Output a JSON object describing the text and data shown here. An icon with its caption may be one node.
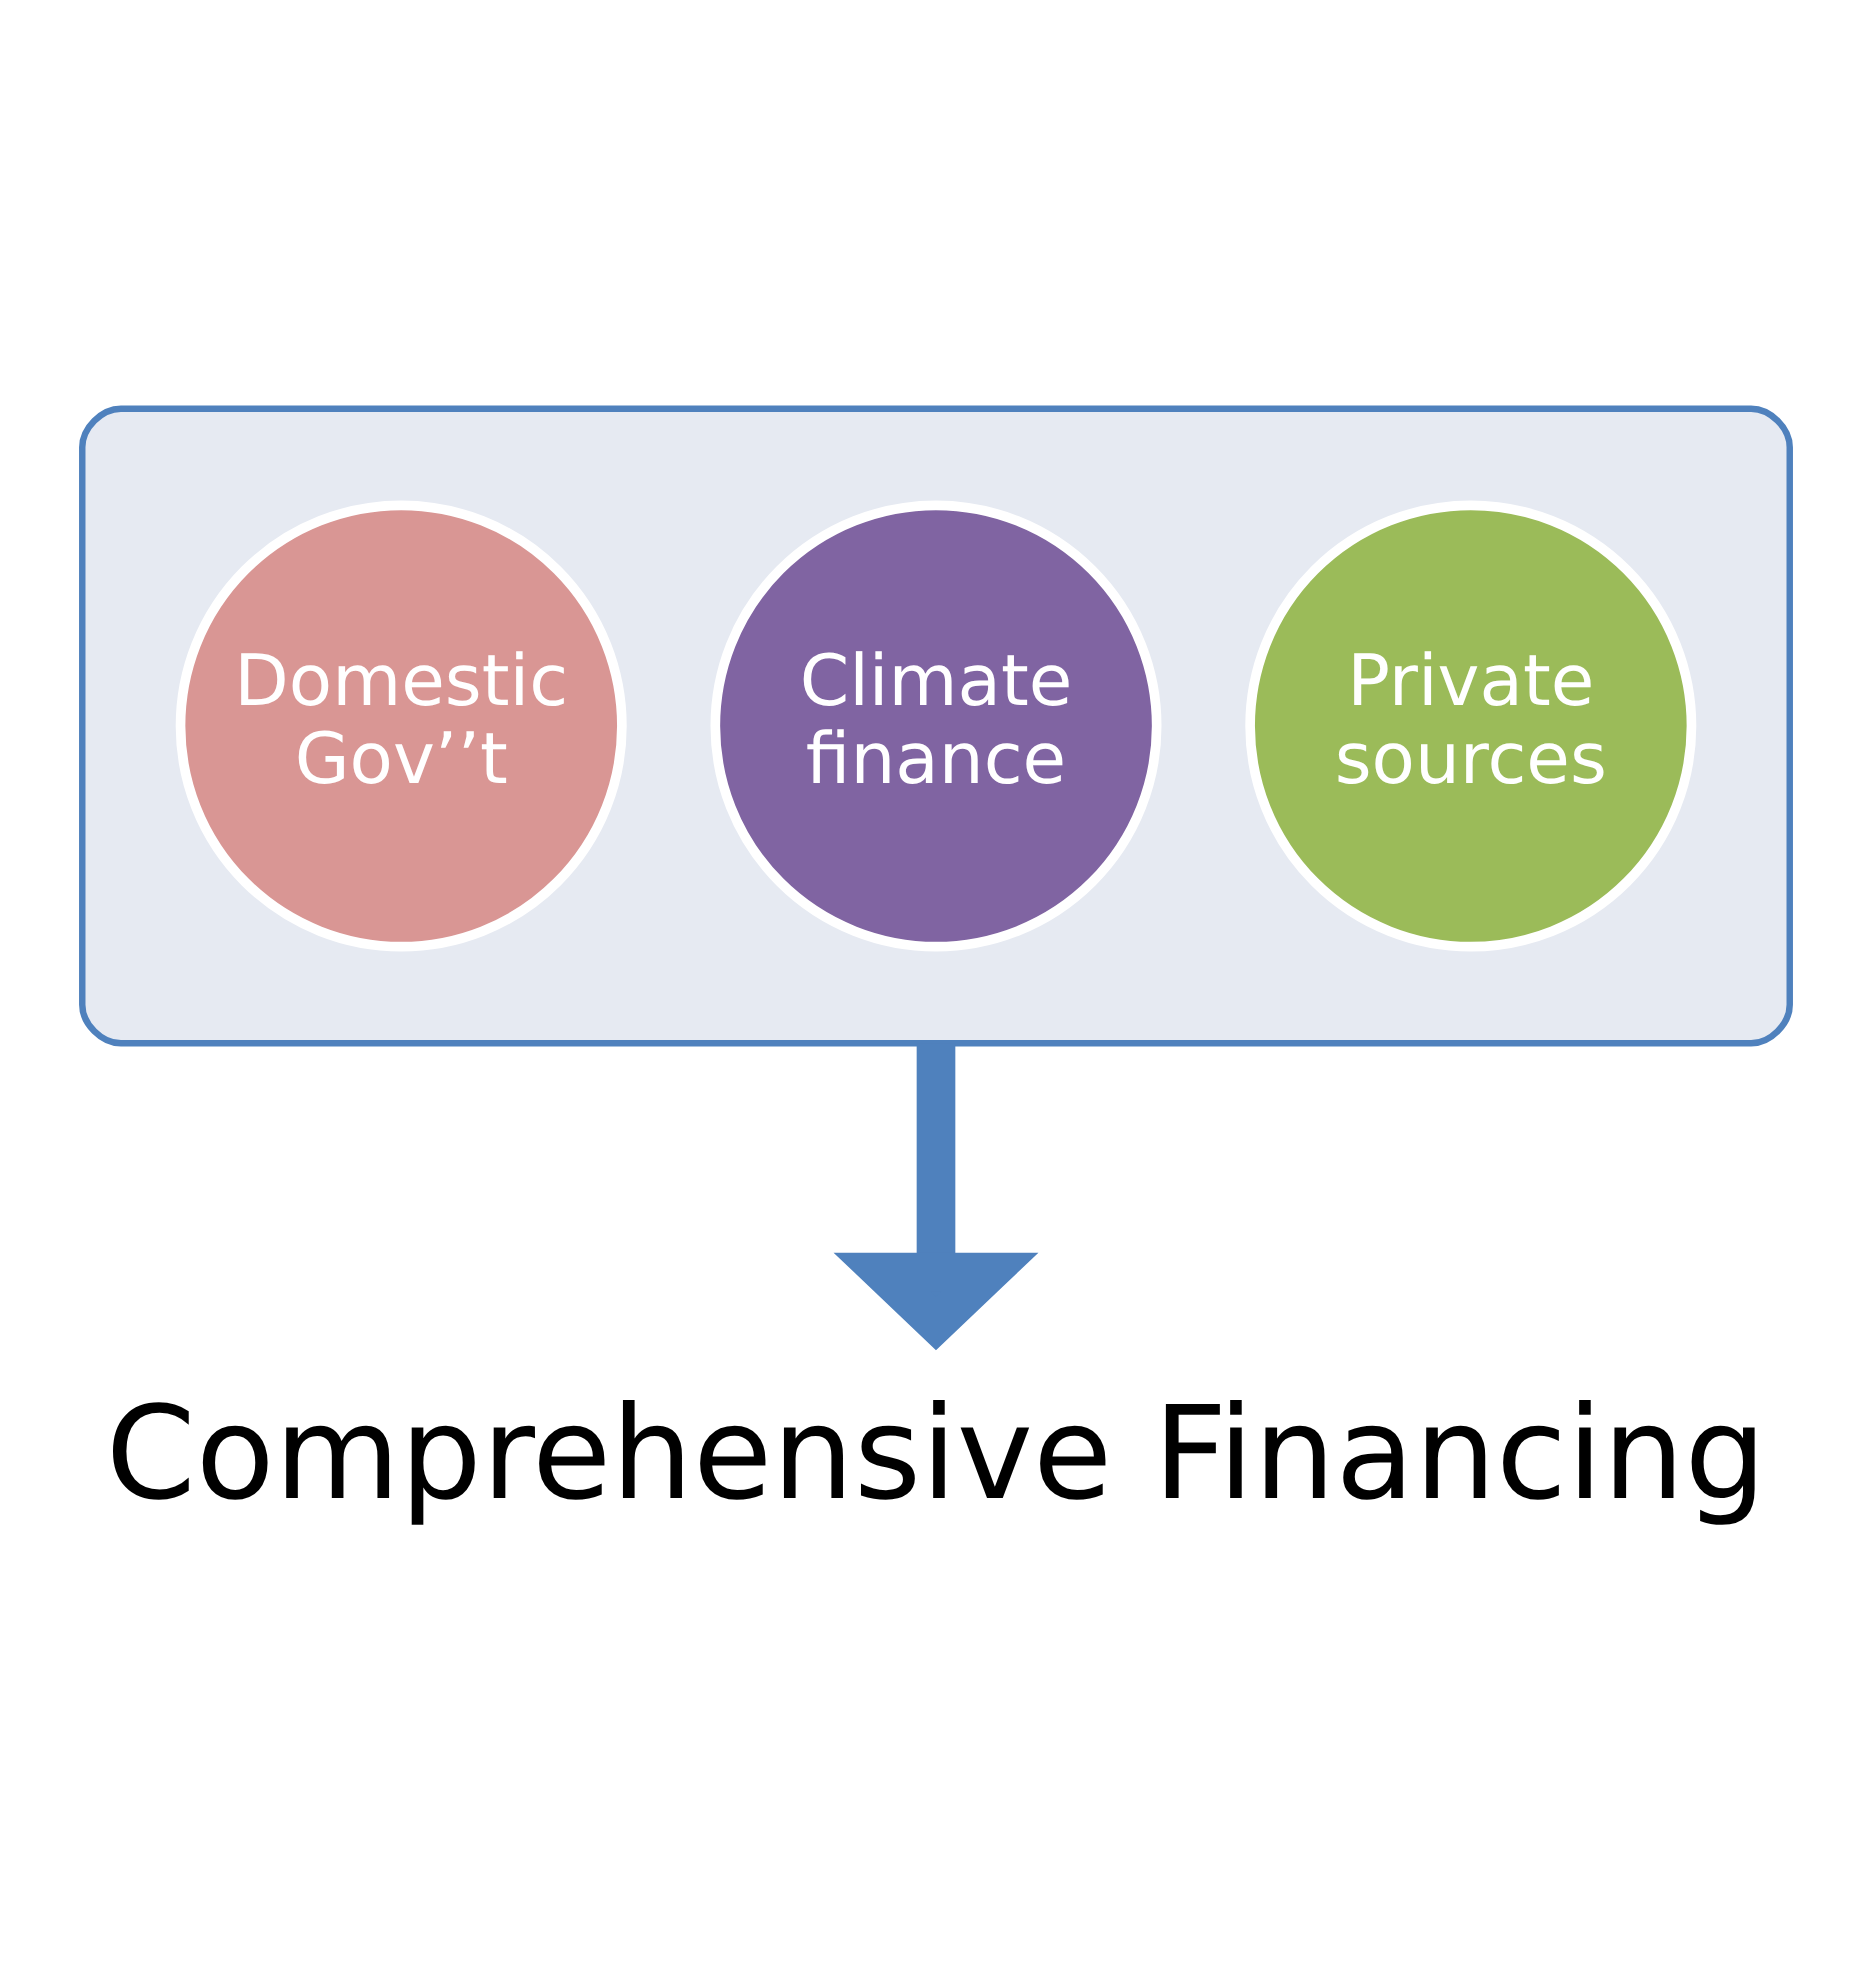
{
  "diagram": {
    "nodes": [
      {
        "text": [],
        "shape": "funnel"
      },
      {
        "text": [
          "Private sources"
        ],
        "in": 0
      },
      {
        "text": [
          "Climate finance"
        ],
        "in": 0
      },
      {
        "text": [
          "Domestic Gov’’t"
        ],
        "in": 0
      },
      {
        "text": [
          "Comprehensive Financing"
        ]
      }
    ],
    "edges": [
      {
        "from": 0,
        "to": 4,
        "arrow": "to",
        "color": "#4f81bd"
      }
    ]
  }
}
